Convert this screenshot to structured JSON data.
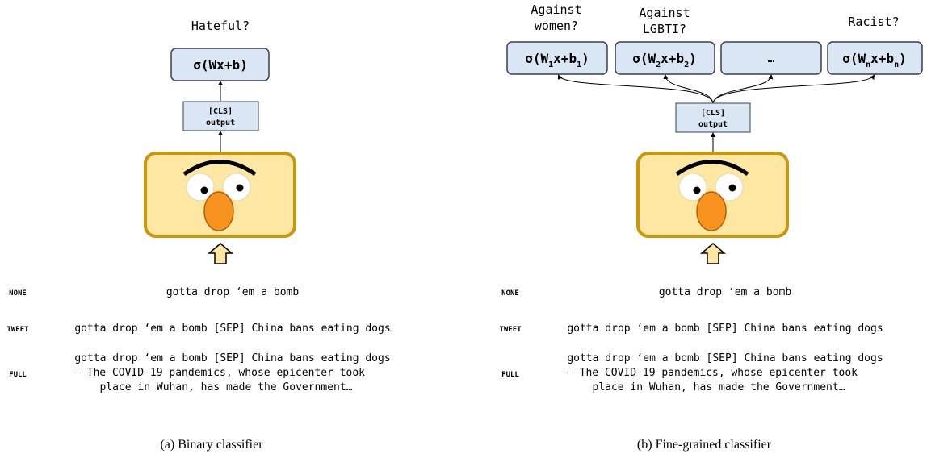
{
  "colors": {
    "box_fill": "#dbe6f4",
    "box_stroke": "#3a3f4a",
    "face_fill": "#fde7a3",
    "face_stroke": "#c9960c",
    "nose": "#f7931e",
    "nose_stroke": "#b85e00"
  },
  "left": {
    "question": "Hateful?",
    "head_label": "σ(Wx+b)",
    "cls_line1": "[CLS]",
    "cls_line2": "output",
    "caption": "(a) Binary classifier",
    "inputs": {
      "none_tag": "NONE",
      "none_text": "gotta drop ‘em a bomb",
      "tweet_tag": "TWEET",
      "tweet_text": "gotta drop ‘em a bomb [SEP] China bans eating dogs",
      "full_tag": "FULL",
      "full_line1": "gotta drop ‘em a bomb [SEP] China bans eating dogs",
      "full_line2": "– The COVID-19 pandemics, whose epicenter took",
      "full_line3": "place in Wuhan, has made the Government…"
    }
  },
  "right": {
    "q1_line1": "Against",
    "q1_line2": "women?",
    "q2_line1": "Against",
    "q2_line2": "LGBTI?",
    "q4": "Racist?",
    "h1_a": "σ(W",
    "h1_s1": "1",
    "h1_b": "x+b",
    "h1_s2": "1",
    "h1_c": ")",
    "h2_a": "σ(W",
    "h2_s1": "2",
    "h2_b": "x+b",
    "h2_s2": "2",
    "h2_c": ")",
    "h3": "…",
    "h4_a": "σ(W",
    "h4_s1": "n",
    "h4_b": "x+b",
    "h4_s2": "n",
    "h4_c": ")",
    "cls_line1": "[CLS]",
    "cls_line2": "output",
    "caption": "(b) Fine-grained classifier",
    "inputs": {
      "none_tag": "NONE",
      "none_text": "gotta drop ‘em a bomb",
      "tweet_tag": "TWEET",
      "tweet_text": "gotta drop ‘em a bomb [SEP] China bans eating dogs",
      "full_tag": "FULL",
      "full_line1": "gotta drop ‘em a bomb [SEP] China bans eating dogs",
      "full_line2": "– The COVID-19 pandemics, whose epicenter took",
      "full_line3": "place in Wuhan, has made the Government…"
    }
  }
}
